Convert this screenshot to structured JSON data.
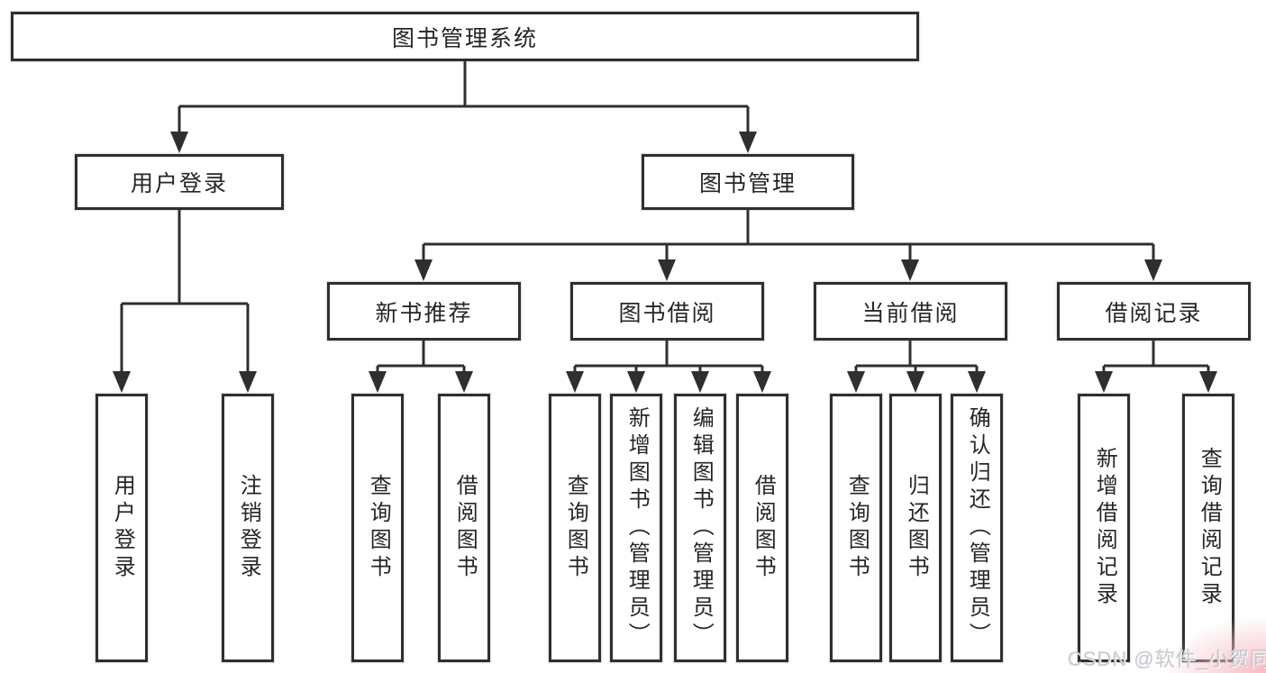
{
  "diagram": {
    "root": {
      "label": "图书管理系统"
    },
    "level2": [
      {
        "id": "user-login",
        "label": "用户登录"
      },
      {
        "id": "book-management",
        "label": "图书管理"
      }
    ],
    "level3": [
      {
        "id": "new-book-recommend",
        "label": "新书推荐",
        "parent": "图书管理"
      },
      {
        "id": "book-borrow",
        "label": "图书借阅",
        "parent": "图书管理"
      },
      {
        "id": "current-borrow",
        "label": "当前借阅",
        "parent": "图书管理"
      },
      {
        "id": "borrow-records",
        "label": "借阅记录",
        "parent": "图书管理"
      }
    ],
    "leaves": [
      {
        "label": "用户登录",
        "parent": "用户登录"
      },
      {
        "label": "注销登录",
        "parent": "用户登录"
      },
      {
        "label": "查询图书",
        "parent": "新书推荐"
      },
      {
        "label": "借阅图书",
        "parent": "新书推荐"
      },
      {
        "label": "查询图书",
        "parent": "图书借阅"
      },
      {
        "label": "新增图书（管理员）",
        "parent": "图书借阅"
      },
      {
        "label": "编辑图书（管理员）",
        "parent": "图书借阅"
      },
      {
        "label": "借阅图书",
        "parent": "图书借阅"
      },
      {
        "label": "查询图书",
        "parent": "当前借阅"
      },
      {
        "label": "归还图书",
        "parent": "当前借阅"
      },
      {
        "label": "确认归还（管理员）",
        "parent": "当前借阅"
      },
      {
        "label": "新增借阅记录",
        "parent": "借阅记录"
      },
      {
        "label": "查询借阅记录",
        "parent": "借阅记录"
      }
    ]
  },
  "watermark": {
    "text": "CSDN @软件_小贺同学"
  },
  "colors": {
    "line": "#2f2f2f",
    "box_border": "#2f2f2f",
    "text": "#262626",
    "background": "#ffffff",
    "watermark_text": "#cbced3",
    "corner_tint": "#f3aab2"
  }
}
